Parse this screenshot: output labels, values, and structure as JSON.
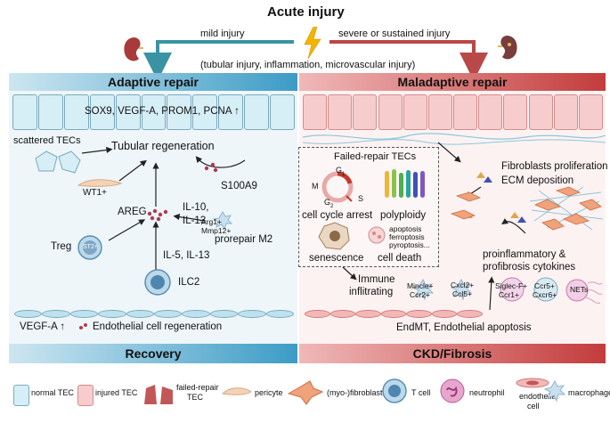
{
  "title": "Acute injury",
  "mild_label": "mild injury",
  "severe_label": "severe or sustained injury",
  "injury_types": "(tubular injury, inflammation, microvascular injury)",
  "left": {
    "header": "Adaptive repair",
    "markers": "SOX9, VEGF-A, PROM1, PCNA ↑",
    "scattered": "scattered TECs",
    "regeneration": "Tubular regeneration",
    "s100a9": "S100A9",
    "wt1": "WT1+",
    "areg": "AREG",
    "il10": "IL-10,",
    "il13": "IL-13",
    "arg1": "Arg1+",
    "mmp12": "Mmp12+",
    "m2": "prorepair M2",
    "treg": "Treg",
    "st2": "ST2+",
    "il5": "IL-5, IL-13",
    "ilc2": "ILC2",
    "vegf": "VEGF-A ↑",
    "endo": "Endothelial cell regeneration",
    "footer": "Recovery"
  },
  "right": {
    "header": "Maladaptive repair",
    "failed": "Failed-repair TECs",
    "g1": "G",
    "g1sub": "1",
    "g2": "G",
    "g2sub": "2",
    "m": "M",
    "s": "S",
    "arrest": "cell cycle arrest",
    "polyploidy": "polyploidy",
    "senescence": "senescence",
    "death": "cell death",
    "apoptosis": "apoptosis",
    "ferroptosis": "ferroptosis",
    "pyroptosis": "pyroptosis...",
    "fib1": "Fibroblasts proliferation",
    "fib2": "ECM deposition",
    "cyto1": "proinflammatory &",
    "cyto2": "profibrosis cytokines",
    "immune1": "Immune",
    "immune2": "inflitrating",
    "mincle": "Mincle+",
    "ccr2": "Ccr2+",
    "cxcl2": "Cxcl2+",
    "ccl5": "Ccl5+",
    "siglec": "Siglec-F+",
    "ccr1": "Ccr1+",
    "ccr5": "Ccr5+",
    "cxcr6": "Cxcr6+",
    "nets": "NETs",
    "endmt": "EndMT, Endothelial apoptosis",
    "footer": "CKD/Fibrosis"
  },
  "legend": {
    "normal_tec": "normal TEC",
    "injured_tec": "injured TEC",
    "failed_tec1": "failed-repair",
    "failed_tec2": "TEC",
    "pericyte": "pericyte",
    "fibroblast": "(myo-)fibroblast",
    "tcell": "T cell",
    "neutrophil": "neutrophil",
    "endo1": "endothelial",
    "endo2": "cell",
    "macrophage": "macrophage"
  }
}
